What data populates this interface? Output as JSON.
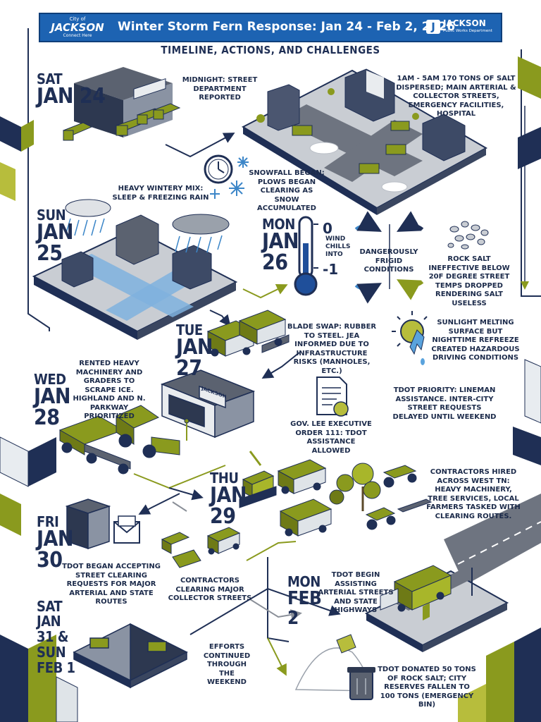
{
  "header": {
    "title": "Winter Storm Fern Response: Jan 24 - Feb 2, 2026",
    "subtitle": "TIMELINE, ACTIONS, AND CHALLENGES",
    "logo_left": {
      "city": "City of",
      "name": "JACKSON",
      "tagline": "Connect Here"
    },
    "logo_right": {
      "name": "JACKSON",
      "tagline": "Public Works Department"
    }
  },
  "days": [
    {
      "id": "sat24",
      "day": "SAT",
      "date": "JAN 24"
    },
    {
      "id": "sun25",
      "day": "SUN",
      "date": "JAN 25"
    },
    {
      "id": "mon26",
      "day": "MON",
      "date": "JAN 26"
    },
    {
      "id": "tue27",
      "day": "TUE",
      "date": "JAN 27"
    },
    {
      "id": "wed28",
      "day": "WED",
      "date": "JAN 28"
    },
    {
      "id": "thu29",
      "day": "THU",
      "date": "JAN 29"
    },
    {
      "id": "fri30",
      "day": "FRI",
      "date": "JAN 30"
    },
    {
      "id": "sat31",
      "day": "SAT",
      "date": "JAN 31 & SUN FEB 1"
    },
    {
      "id": "mon2",
      "day": "MON",
      "date": "FEB 2"
    }
  ],
  "captions": {
    "midnight": "MIDNIGHT: STREET DEPARTMENT REPORTED",
    "salt": "1AM - 5AM 170 TONS OF SALT DISPERSED; MAIN ARTERIAL & COLLECTOR STREETS, EMERGENCY FACILITIES, HOSPITAL",
    "snowfall": "SNOWFALL BEGAN; PLOWS BEGAN CLEARING AS SNOW ACCUMULATED",
    "mix": "HEAVY WINTERY MIX: SLEEP & FREEZING RAIN",
    "frigid": "DANGEROUSLY FRIGID CONDITIONS",
    "rock_salt": "ROCK SALT INEFFECTIVE BELOW 20F DEGREE STREET TEMPS DROPPED RENDERING SALT USELESS",
    "blade": "BLADE SWAP: RUBBER TO STEEL. JEA INFORMED DUE TO INFRASTRUCTURE RISKS (MANHOLES, ETC.)",
    "sunlight": "SUNLIGHT MELTING SURFACE BUT NIGHTTIME REFREEZE CREATED HAZARDOUS DRIVING CONDITIONS",
    "rented": "RENTED HEAVY MACHINERY AND GRADERS TO SCRAPE ICE. HIGHLAND AND N. PARKWAY PRIORITIZED",
    "tdot_priority": "TDOT PRIORITY: LINEMAN ASSISTANCE. INTER-CITY STREET REQUESTS DELAYED UNTIL WEEKEND",
    "gov": "GOV. LEE EXECUTIVE ORDER 111: TDOT ASSISTANCE ALLOWED",
    "contractors_hired": "CONTRACTORS HIRED ACROSS WEST TN: HEAVY MACHINERY, TREE SERVICES, LOCAL FARMERS TASKED WITH CLEARING ROUTES.",
    "tdot_accepting": "TDOT BEGAN ACCEPTING STREET CLEARING REQUESTS FOR MAJOR ARTERIAL AND STATE ROUTES",
    "contractors_clearing": "CONTRACTORS CLEARING MAJOR COLLECTOR STREETS",
    "tdot_assisting": "TDOT BEGIN ASSISTING ARTERIAL STREETS AND STATE HIGHWAYS",
    "efforts": "EFFORTS CONTINUED THROUGH THE WEEKEND",
    "donated": "TDOT DONATED 50 TONS OF ROCK SALT; CITY RESERVES FALLEN TO 100 TONS (EMERGENCY BIN)"
  },
  "thermometer": {
    "top_value": "0",
    "bottom_value": "-1",
    "label": "WIND CHILLS INTO"
  },
  "building_sign": "JACKSON",
  "colors": {
    "navy": "#1f2f55",
    "banner_blue": "#1d63b2",
    "olive": "#8a9a1e",
    "ice": "#6fa8dc",
    "gray": "#4a4f57"
  }
}
